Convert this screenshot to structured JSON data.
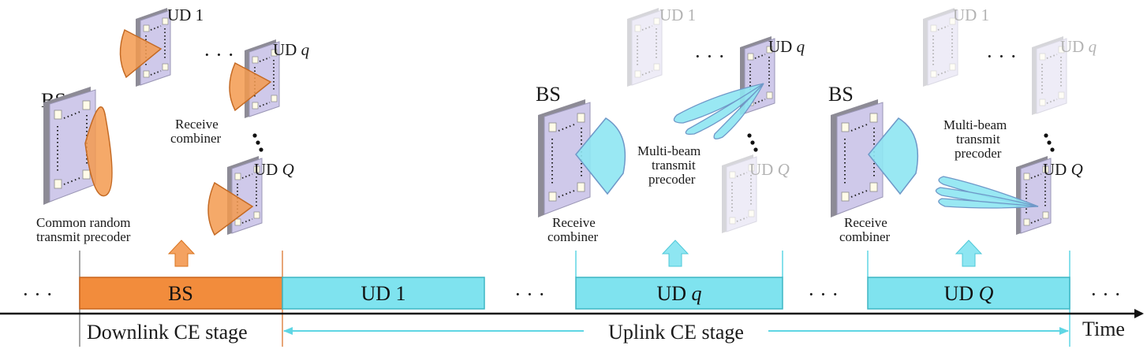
{
  "colors": {
    "downlink": "#f28c3c",
    "downlink_dark": "#d9741f",
    "uplink": "#7fe3ef",
    "uplink_dark": "#3fc2d1",
    "panel": "#c9c3e6",
    "panel_edge": "#7c7a86",
    "beam_orange": "#f4a261",
    "beam_cyan": "#8ee6f2"
  },
  "downlink_scene": {
    "bs_label": "BS",
    "ud1_label": "UD 1",
    "udq_label": "UD",
    "udq_var": "q",
    "udQ_label": "UD",
    "udQ_var": "Q",
    "precoder_line1": "Common random",
    "precoder_line2": "transmit precoder",
    "combiner_line1": "Receive",
    "combiner_line2": "combiner",
    "ellipsis": "· · ·"
  },
  "uplink_scene_q": {
    "bs_label": "BS",
    "ud1_label": "UD 1",
    "udq_label": "UD",
    "udq_var": "q",
    "udQ_label": "UD",
    "udQ_var": "Q",
    "combiner_line1": "Receive",
    "combiner_line2": "combiner",
    "precoder_line1": "Multi-beam",
    "precoder_line2": "transmit",
    "precoder_line3": "precoder"
  },
  "uplink_scene_Q": {
    "bs_label": "BS",
    "ud1_label": "UD 1",
    "udq_label": "UD",
    "udq_var": "q",
    "udQ_label": "UD",
    "udQ_var": "Q",
    "combiner_line1": "Receive",
    "combiner_line2": "combiner",
    "precoder_line1": "Multi-beam",
    "precoder_line2": "transmit",
    "precoder_line3": "precoder"
  },
  "timeline": {
    "blocks": [
      {
        "label": "BS",
        "var": ""
      },
      {
        "label": "UD 1",
        "var": ""
      },
      {
        "label": "UD ",
        "var": "q"
      },
      {
        "label": "UD ",
        "var": "Q"
      }
    ],
    "dots": "· · ·",
    "time_label": "Time",
    "downlink_stage": "Downlink CE stage",
    "uplink_stage": "Uplink CE stage"
  }
}
